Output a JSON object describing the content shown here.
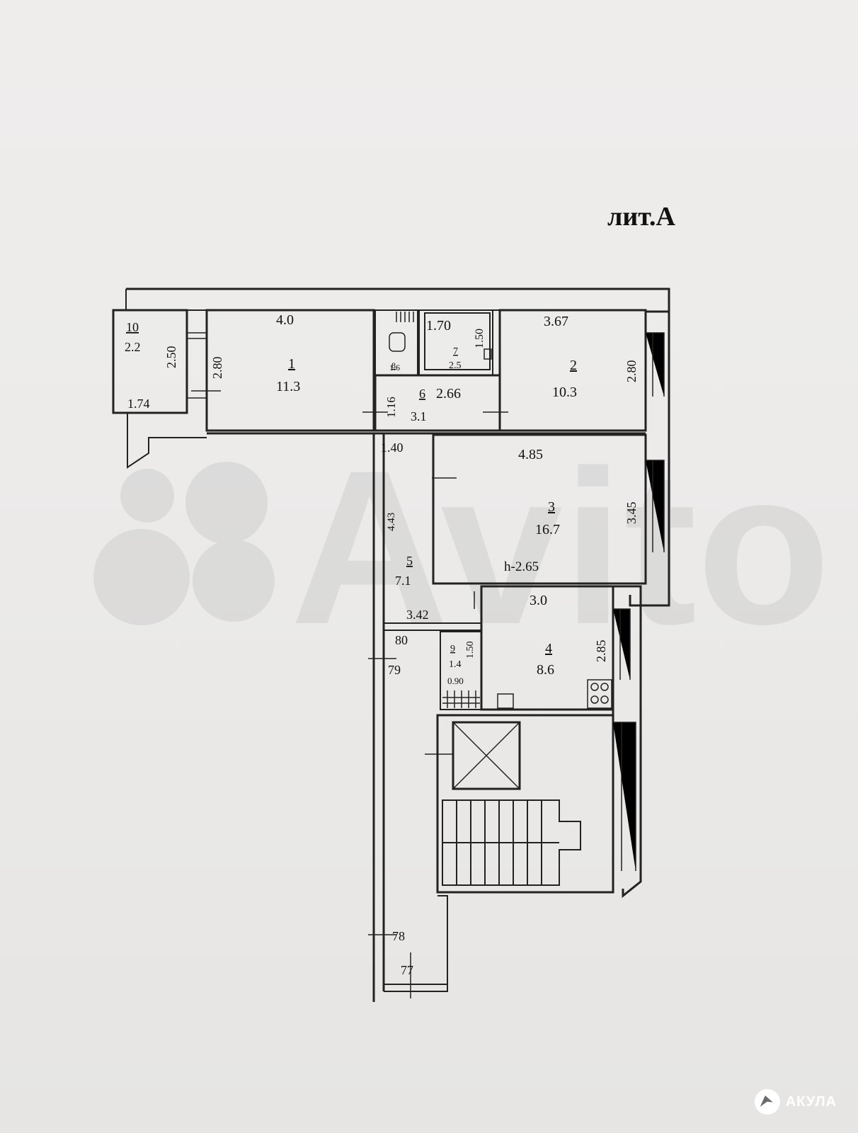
{
  "title": "лит.А",
  "rooms": [
    {
      "id": "r1",
      "number": "1",
      "area": "11.3"
    },
    {
      "id": "r2",
      "number": "2",
      "area": "10.3"
    },
    {
      "id": "r3",
      "number": "3",
      "area": "16.7"
    },
    {
      "id": "r4",
      "number": "4",
      "area": "8.6"
    },
    {
      "id": "r5",
      "number": "5",
      "area": "7.1"
    },
    {
      "id": "r6",
      "number": "6",
      "area": "3.1"
    },
    {
      "id": "r7",
      "number": "7",
      "area": "2.5"
    },
    {
      "id": "r8",
      "number": "8",
      "area": "1.6"
    },
    {
      "id": "r9",
      "number": "9",
      "area": "1.4"
    },
    {
      "id": "r10",
      "number": "10",
      "area": "2.2"
    }
  ],
  "ceiling_height": "h-2.65",
  "dimensions": {
    "r1_width": "4.0",
    "r1_depth": "2.80",
    "r2_width": "3.67",
    "r2_depth": "2.80",
    "r3_width": "4.85",
    "r3_depth": "3.45",
    "r4_width": "3.0",
    "r4_depth": "2.85",
    "r5_length": "4.43",
    "r5_width": "1.40",
    "r5_lower": "3.42",
    "r6_width": "2.66",
    "r6_depth": "1.16",
    "r7_width": "1.70",
    "r7_depth": "1.50",
    "r9_width": "0.90",
    "r9_depth": "1.50",
    "r10_width": "1.74",
    "r10_depth": "2.50"
  },
  "doors": {
    "d80": "80",
    "d79": "79",
    "d78": "78",
    "d77": "77"
  },
  "watermark": "Avito",
  "badge": "АКУЛА"
}
